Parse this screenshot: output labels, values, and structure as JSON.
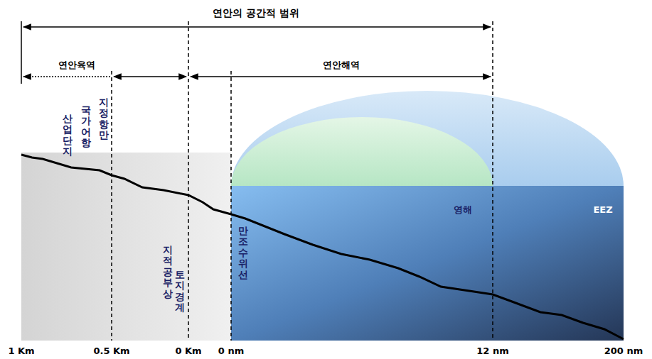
{
  "diagram": {
    "labels": [
      "연안의 공간적 범위",
      "연안육역",
      "연안해역",
      "산업단지",
      "국가어항",
      "지정항만",
      "지적공부상",
      "토지경계",
      "만조수위선",
      "영해",
      "EEZ",
      "1 Km",
      "0.5 Km",
      "0 Km",
      "0 nm",
      "12 nm",
      "200 nm"
    ]
  }
}
